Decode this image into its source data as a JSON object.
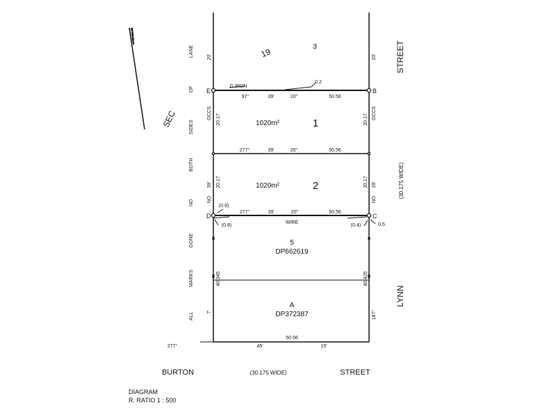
{
  "north_arrow": "N.G.A.",
  "labels": {
    "lot19": "19",
    "lot3": "3",
    "lot1": "1",
    "lot2": "2",
    "lot5": "5",
    "dp5": "DP662619",
    "lotA": "A",
    "dpA": "DP372387",
    "area1": "1020m²",
    "area2": "1020m²",
    "giron": "G.IRON",
    "wire": "WIRE",
    "corner_e": "E",
    "corner_b": "B",
    "corner_d": "D",
    "corner_c": "C",
    "sec": "SEC",
    "lynn_street": "LYNN",
    "street_right": "STREET",
    "width_right": "(30.175  WIDE)",
    "burton": "BURTON",
    "width_bottom": "(30.175  WIDE)",
    "street_bottom": "STREET",
    "diagram": "DIAGRAM",
    "ratio": "R. RATIO  1 : 500"
  },
  "left_text": [
    "ALL",
    "MARKS",
    "GONE",
    "NO",
    "BOTH",
    "SIDES",
    "OF",
    "LANE"
  ],
  "dims": {
    "e_b_bearing": "97°",
    "e_b_min": "39'",
    "e_b_sec": "20\"",
    "e_b_len": "50.56",
    "mid_bearing": "277°",
    "mid_min": "39'",
    "mid_sec": "20\"",
    "mid_len": "50.56",
    "d_c_bearing": "277°",
    "d_c_min": "39'",
    "d_c_sec": "20\"",
    "d_c_len": "50.56",
    "bot_len": "50.56",
    "bot_45": "45'",
    "bot_15": "15'",
    "bot_277": "277°",
    "left_20_top": "20'",
    "right_20_top": "20'",
    "left_2017_1": "20.17",
    "right_2017_1": "20.17",
    "left_2017_2": "20.17",
    "right_2017_2": "20.17",
    "left_39": "39'",
    "right_39": "39'",
    "left_occs": "OCCS",
    "right_occs": "OCCS",
    "left_no": "NO",
    "right_no": "NO",
    "left_40345": "40.345",
    "right_40425": "40.425",
    "left_7": "7'",
    "right_187": "187°",
    "off_02": "0.2",
    "off_09": "(0.9)",
    "off_08": "(0.8)",
    "off_04": "(0.4)",
    "off_05": "0.5"
  }
}
